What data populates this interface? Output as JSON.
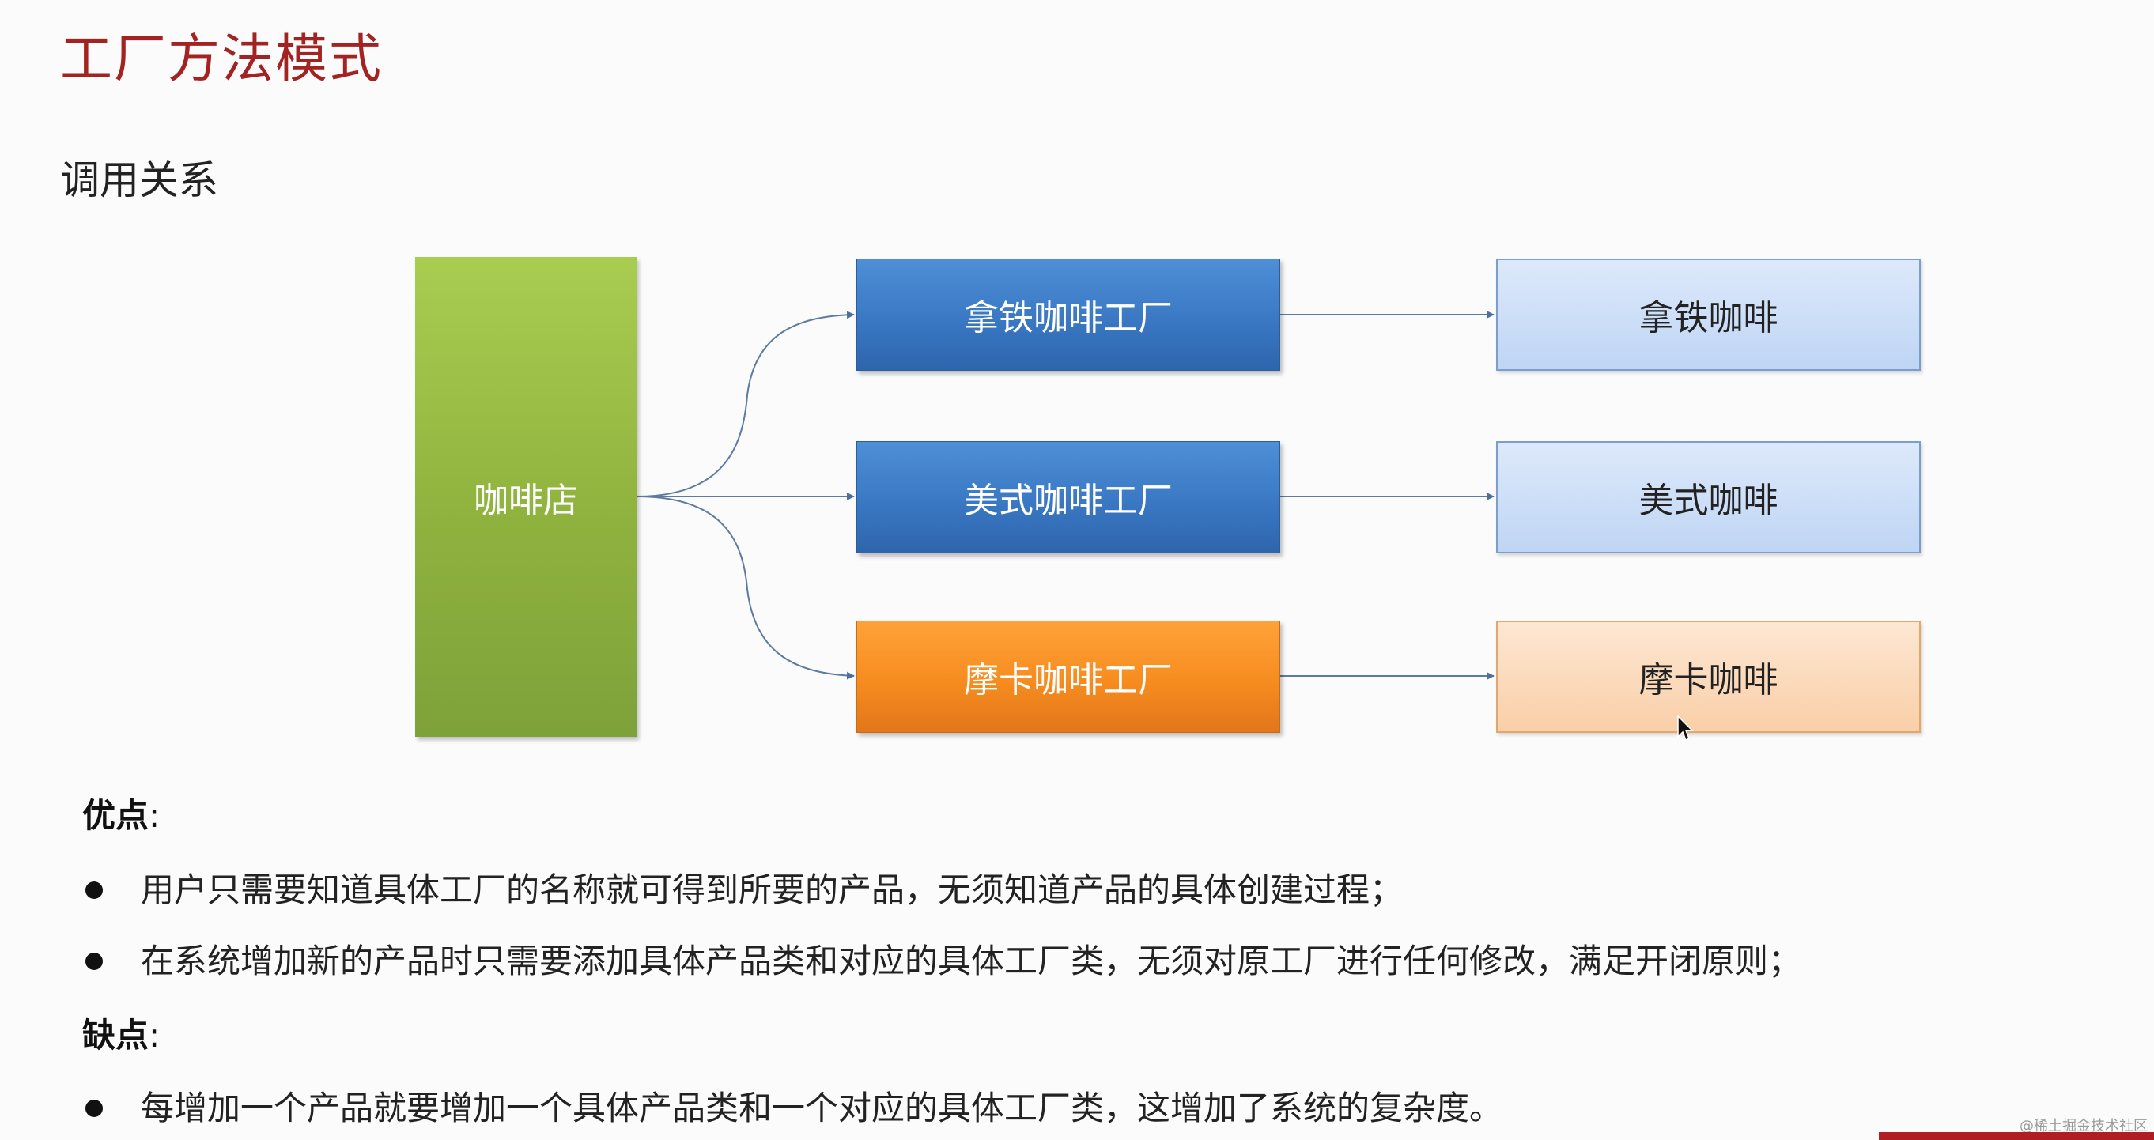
{
  "slide": {
    "title": "工厂方法模式",
    "subtitle": "调用关系"
  },
  "diagram": {
    "source": "咖啡店",
    "factories": [
      "拿铁咖啡工厂",
      "美式咖啡工厂",
      "摩卡咖啡工厂"
    ],
    "products": [
      "拿铁咖啡",
      "美式咖啡",
      "摩卡咖啡"
    ],
    "colors": {
      "source": "#8fb23e",
      "factory_blue": "#3a78c3",
      "factory_orange": "#f68c1f",
      "product_blue": "#c9dcf6",
      "product_orange": "#fbd9b8",
      "arrow": "#4f6f98"
    }
  },
  "pros": {
    "heading": "优点",
    "colon": ":",
    "items": [
      "用户只需要知道具体工厂的名称就可得到所要的产品，无须知道产品的具体创建过程；",
      "在系统增加新的产品时只需要添加具体产品类和对应的具体工厂类，无须对原工厂进行任何修改，满足开闭原则；"
    ]
  },
  "cons": {
    "heading": "缺点",
    "colon": ":",
    "items": [
      "每增加一个产品就要增加一个具体产品类和一个对应的具体工厂类，这增加了系统的复杂度。"
    ]
  },
  "watermark": "@稀土掘金技术社区",
  "accent_color": "#a32222"
}
